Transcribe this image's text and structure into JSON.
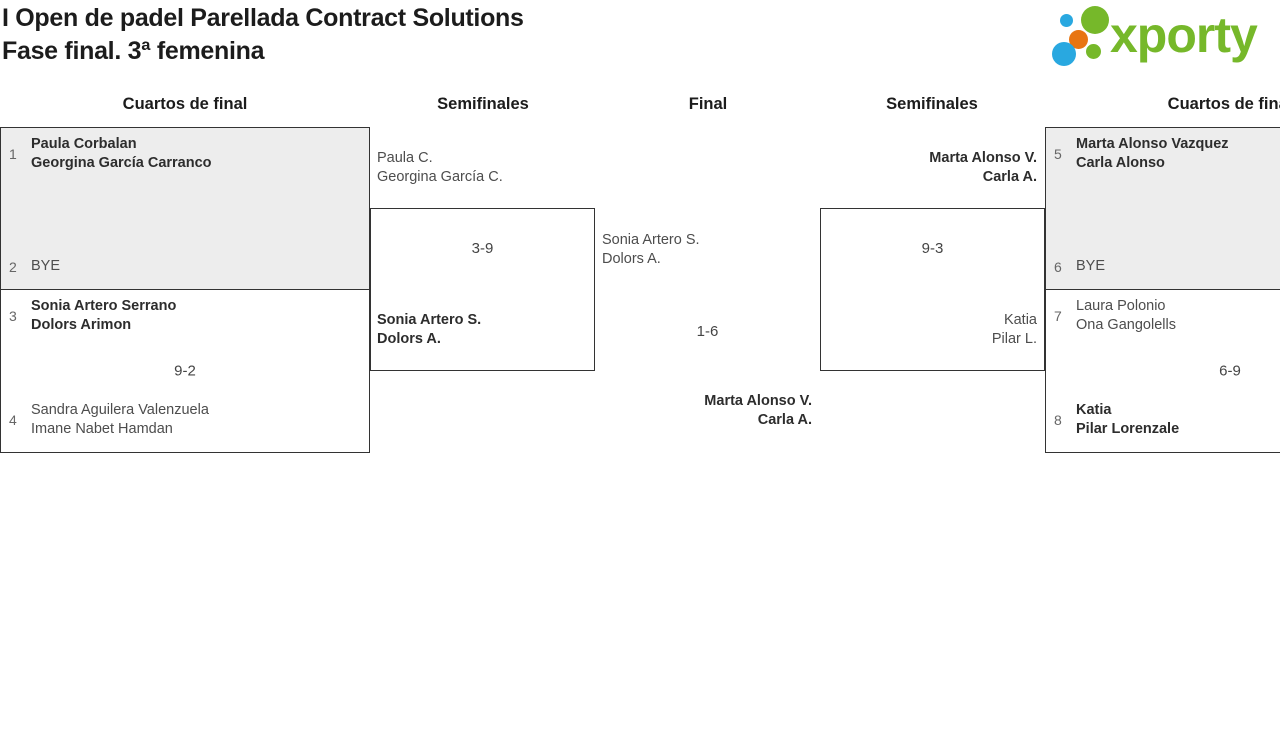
{
  "page": {
    "title_line1": "I Open de padel Parellada Contract Solutions",
    "title_line2": "Fase final. 3ª femenina"
  },
  "logo": {
    "text": "xporty"
  },
  "colors": {
    "logo_green": "#76b82a",
    "logo_blue": "#29a8e0",
    "logo_orange": "#e87511",
    "seeded_box_bg": "#ededed",
    "border": "#333333"
  },
  "round_headers": [
    "Cuartos de final",
    "Semifinales",
    "Final",
    "Semifinales",
    "Cuartos de final"
  ],
  "matches": {
    "qf1": {
      "seed_top": "1",
      "team_top": [
        "Paula Corbalan",
        "Georgina García Carranco"
      ],
      "seed_bottom": "2",
      "team_bottom": [
        "BYE"
      ]
    },
    "qf2": {
      "seed_top": "3",
      "team_top": [
        "Sonia Artero Serrano",
        "Dolors Arimon"
      ],
      "score": "9-2",
      "seed_bottom": "4",
      "team_bottom": [
        "Sandra Aguilera Valenzuela",
        "Imane Nabet Hamdan"
      ]
    },
    "sf1": {
      "team_top": [
        "Paula C.",
        "Georgina García C."
      ],
      "score": "3-9",
      "team_bottom": [
        "Sonia Artero S.",
        "Dolors A."
      ]
    },
    "final": {
      "team_left": [
        "Sonia Artero S.",
        "Dolors A."
      ],
      "score": "1-6",
      "winner": [
        "Marta Alonso V.",
        "Carla A."
      ]
    },
    "sf2": {
      "team_top": [
        "Marta Alonso V.",
        "Carla A."
      ],
      "score": "9-3",
      "team_bottom": [
        "Katia",
        "Pilar L."
      ]
    },
    "qf3": {
      "seed_top": "5",
      "team_top": [
        "Marta Alonso Vazquez",
        "Carla Alonso"
      ],
      "seed_bottom": "6",
      "team_bottom": [
        "BYE"
      ]
    },
    "qf4": {
      "seed_top": "7",
      "team_top": [
        "Laura Polonio",
        "Ona Gangolells"
      ],
      "score": "6-9",
      "seed_bottom": "8",
      "team_bottom": [
        "Katia",
        "Pilar Lorenzale"
      ]
    }
  }
}
